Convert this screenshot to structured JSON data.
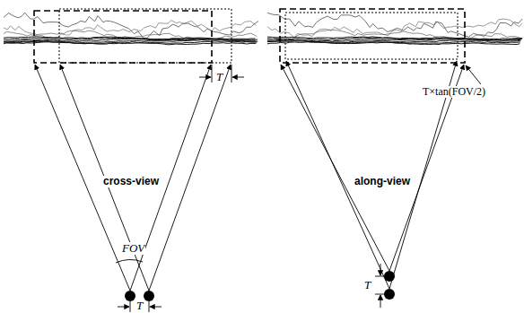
{
  "diagram": {
    "labels": [
      "cross-view",
      "FOV",
      "T",
      "T",
      "along-view",
      "T×tan(FOV/2)",
      "T"
    ]
  }
}
